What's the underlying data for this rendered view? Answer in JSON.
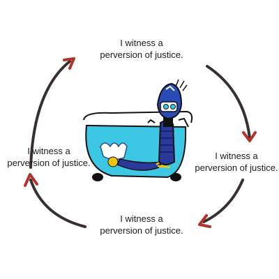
{
  "cycle": {
    "captions": [
      {
        "line1": "I witness a",
        "line2": "perversion of justice."
      },
      {
        "line1": "I witness a",
        "line2": "perversion of justice."
      },
      {
        "line1": "I witness a",
        "line2": "perversion of justice."
      },
      {
        "line1": "I witness a",
        "line2": "perversion of justice."
      }
    ],
    "arrow_color": "#3a2f2f",
    "arrowhead_color": "#b0342c",
    "arrow_direction": "clockwise"
  },
  "illustration": {
    "subject": "blue armored figure sitting in a bathtub",
    "tub_color": "#3cc8e4",
    "body_color": "#2a3a9a",
    "accent_color": "#f1c40f"
  }
}
